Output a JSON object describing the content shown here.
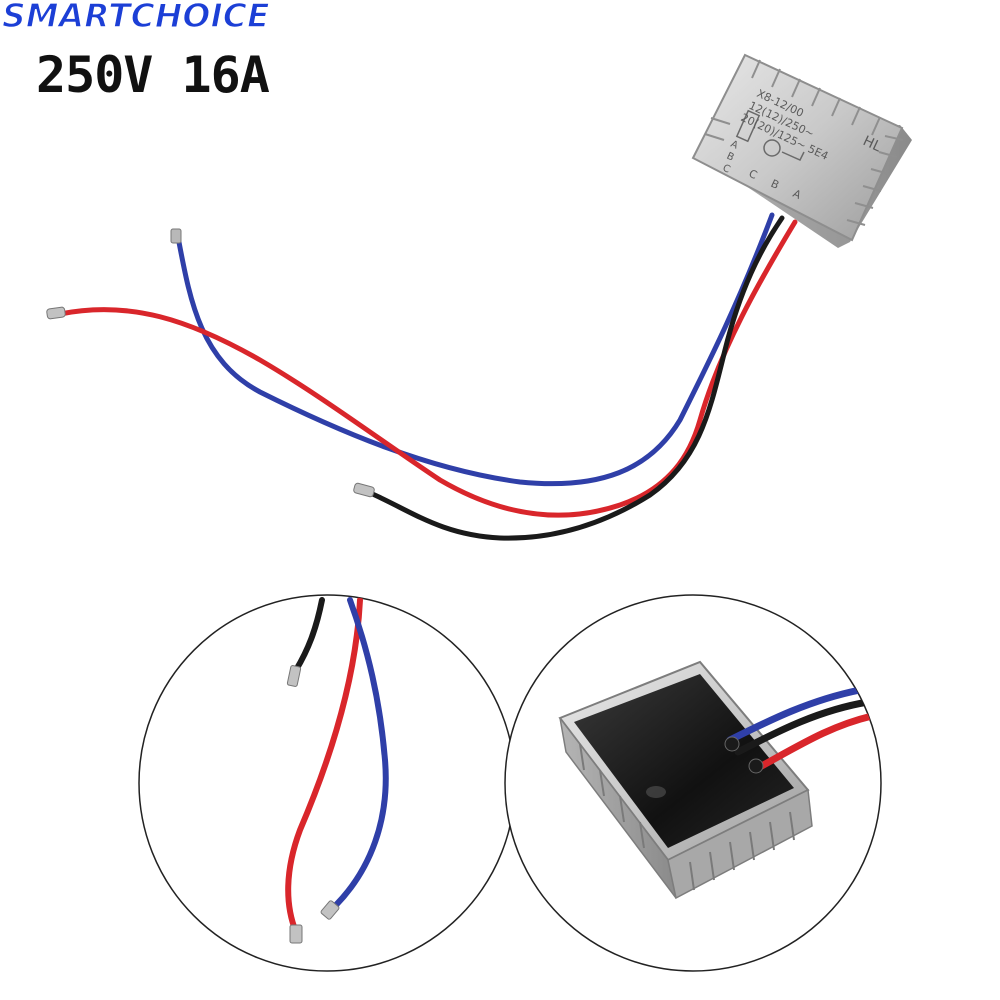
{
  "brand": {
    "name": "SMARTCHOICE",
    "color": "#1c3fd6"
  },
  "spec": {
    "rating": "250V 16A"
  },
  "module": {
    "model": "X8-12/00",
    "rating_line_1": "12(12)/250~",
    "rating_line_2": "20(20)/125~ 5E4",
    "maker": "HL",
    "terminal_a": "A",
    "terminal_b": "B",
    "terminal_c": "C"
  },
  "wire_colors": {
    "red": "#d9262b",
    "blue": "#2f3fa8",
    "black": "#1a1a1a"
  }
}
